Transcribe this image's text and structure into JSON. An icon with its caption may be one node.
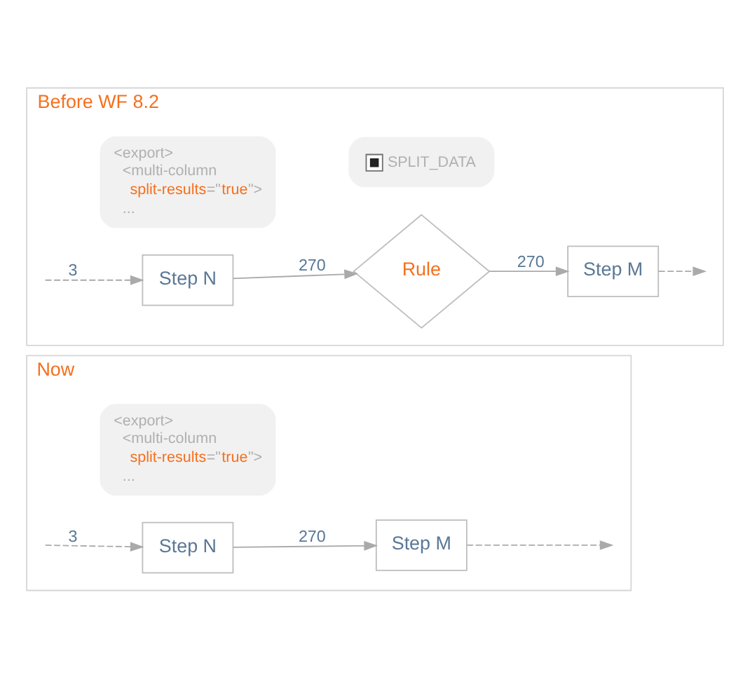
{
  "diagram": {
    "nodes": [
      {
        "text": [
          "Before WF 8.2"
        ]
      },
      {
        "text": [
          "Step N"
        ],
        "in": 0
      },
      {
        "text": [
          "Rule"
        ],
        "in": 0
      },
      {
        "text": [
          "Step M"
        ],
        "in": 0
      },
      {
        "text": [
          "<export> <multi-column split-results=\"true\"> ..."
        ],
        "in": 0
      },
      {
        "text": [
          "SPLIT_DATA"
        ],
        "in": 0
      },
      {
        "text": [
          "Now"
        ]
      },
      {
        "text": [
          "Step N"
        ],
        "in": 6
      },
      {
        "text": [
          "Step M"
        ],
        "in": 6
      },
      {
        "text": [
          "<export> <multi-column split-results=\"true\"> ..."
        ],
        "in": 6
      }
    ],
    "edges": [
      {
        "from": null,
        "to": 1,
        "arrow": "to",
        "label": "3",
        "style": "dashed"
      },
      {
        "from": 1,
        "to": 2,
        "arrow": "to",
        "label": "270"
      },
      {
        "from": 2,
        "to": 3,
        "arrow": "to",
        "label": "270"
      },
      {
        "from": 3,
        "to": null,
        "arrow": "to",
        "style": "dashed"
      },
      {
        "from": null,
        "to": 7,
        "arrow": "to",
        "label": "3",
        "style": "dashed"
      },
      {
        "from": 7,
        "to": 8,
        "arrow": "to",
        "label": "270"
      },
      {
        "from": 8,
        "to": null,
        "arrow": "to",
        "style": "dashed"
      }
    ]
  }
}
